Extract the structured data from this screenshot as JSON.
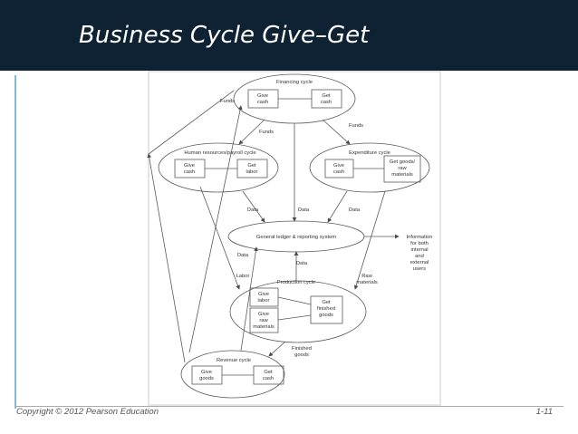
{
  "slide": {
    "title": "Business Cycle Give–Get",
    "footer": "Copyright © 2012 Pearson Education",
    "page_number": "1-11"
  },
  "diagram": {
    "financing": {
      "label": "Financing cycle",
      "give": [
        "Give",
        "cash"
      ],
      "get": [
        "Get",
        "cash"
      ]
    },
    "hr": {
      "label": "Human resources/payroll cycle",
      "give": [
        "Give",
        "cash"
      ],
      "get": [
        "Get",
        "labor"
      ]
    },
    "expenditure": {
      "label": "Expenditure cycle",
      "give": [
        "Give",
        "cash"
      ],
      "get": [
        "Get goods/",
        "raw",
        "materials"
      ]
    },
    "gl": {
      "label": "General ledger & reporting system"
    },
    "production": {
      "label": "Production cycle",
      "give1": [
        "Give",
        "labor"
      ],
      "give2": [
        "Give",
        "raw",
        "materials"
      ],
      "get": [
        "Get",
        "finished",
        "goods"
      ]
    },
    "revenue": {
      "label": "Revenue cycle",
      "give": [
        "Give",
        "goods"
      ],
      "get": [
        "Get",
        "cash"
      ]
    },
    "flows": {
      "funds_in": "Funds",
      "funds_to_hr": "Funds",
      "funds_to_exp": "Funds",
      "data_hr": "Data",
      "data_fin": "Data",
      "data_exp": "Data",
      "data_rev": "Data",
      "data_prod": "Data",
      "labor": "Labor",
      "raw_materials": [
        "Raw",
        "materials"
      ],
      "finished_goods": [
        "Finished",
        "goods"
      ],
      "information": [
        "Information",
        "for both",
        "internal",
        "and",
        "external",
        "users"
      ]
    }
  }
}
